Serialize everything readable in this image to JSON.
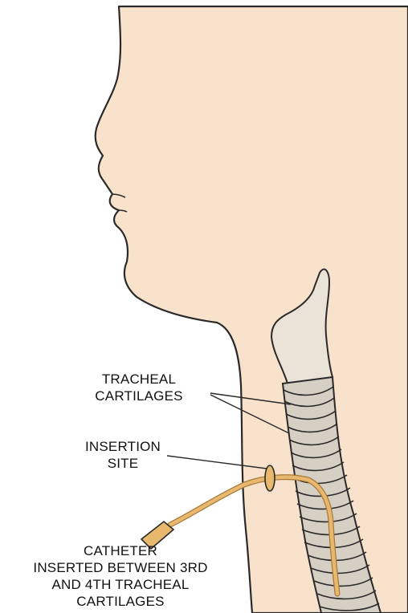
{
  "labels": {
    "tracheal_cartilages": [
      "TRACHEAL",
      "CARTILAGES"
    ],
    "insertion_site": [
      "INSERTION",
      "SITE"
    ],
    "catheter": [
      "CATHETER",
      "INSERTED BETWEEN 3RD",
      "AND 4TH TRACHEAL",
      "CARTILAGES"
    ]
  },
  "colors": {
    "skin": "#f8e2cc",
    "outline": "#2a2a2a",
    "cartilage": "#e9e3d8",
    "catheter": "#e7b86e",
    "catheter_dark": "#a9793a",
    "label_text": "#111111"
  }
}
